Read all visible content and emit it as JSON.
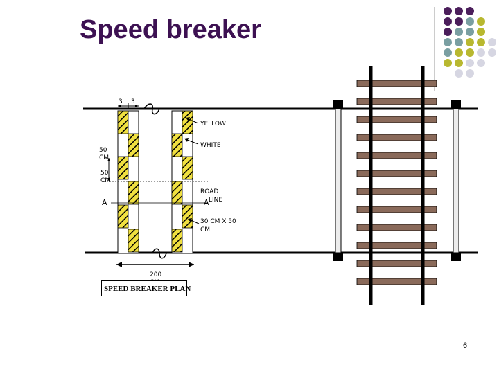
{
  "title": "Speed breaker",
  "page_number": "6",
  "plan": {
    "label_yellow": "YELLOW",
    "label_white": "WHITE",
    "label_50cm_top_1": "50",
    "label_50cm_top_2": "CM",
    "label_50cm_bot_1": "50",
    "label_50cm_bot_2": "CM",
    "label_road_1": "ROAD",
    "label_road_2": "LINE",
    "label_a_left": "A",
    "label_a_right": "A",
    "label_size_1": "30 CM X 50",
    "label_size_2": "CM",
    "label_width_1": "200",
    "label_width_2": "CM",
    "label_small_1": "3",
    "label_small_2": "3",
    "caption": "SPEED BREAKER PLAN"
  },
  "colors": {
    "title": "#3d1152",
    "yellow": "#f0e040",
    "dot_purple": "#4b1e5b",
    "dot_teal": "#7a9fa2",
    "dot_olive": "#b8b830",
    "dot_grey": "#d6d6e2",
    "rail_brown": "#8a6a5a"
  }
}
